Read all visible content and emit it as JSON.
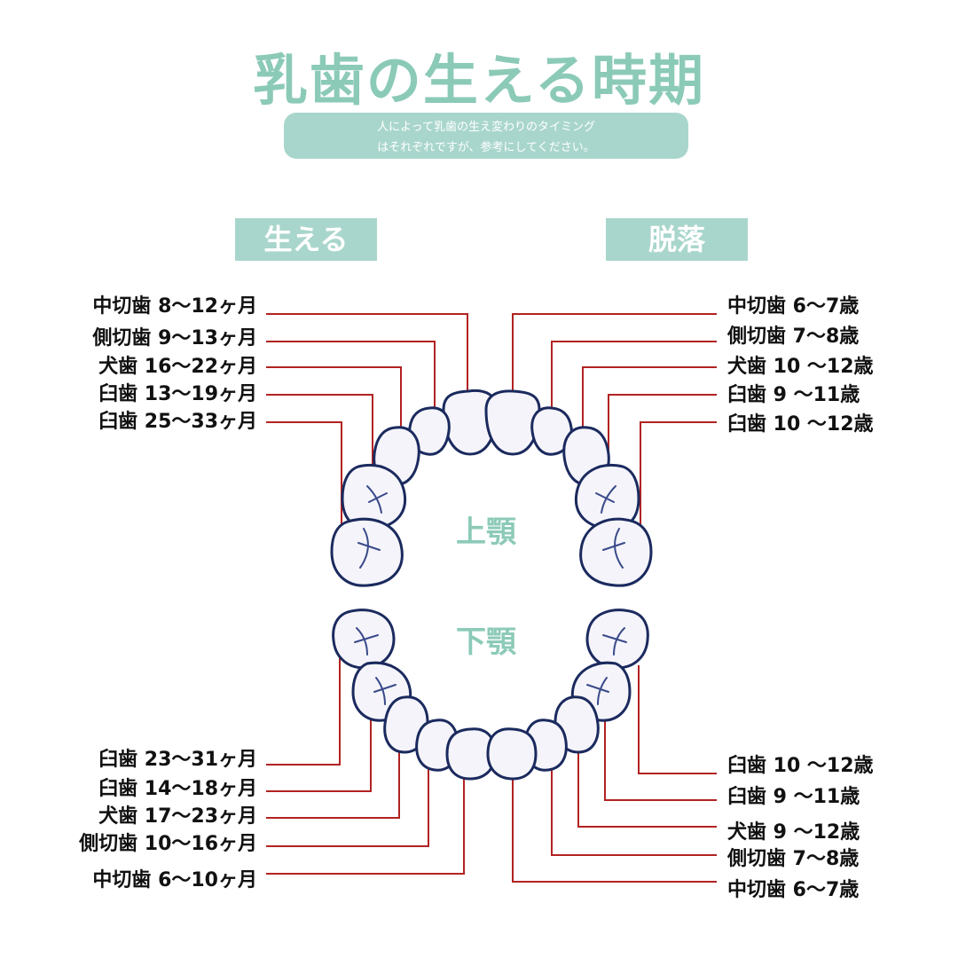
{
  "title": "乳歯の生える時期",
  "subtitle": {
    "line1": "人によって乳歯の生え変わりのタイミング",
    "line2": "はそれぞれですが、参考にしてください。"
  },
  "headers": {
    "erupt": "生える",
    "shed": "脱落"
  },
  "jaw_labels": {
    "upper": "上顎",
    "lower": "下顎"
  },
  "upper_erupt": [
    "中切歯 8～12ヶ月",
    "側切歯 9～13ヶ月",
    "犬歯 16～22ヶ月",
    "臼歯 13～19ヶ月",
    "臼歯 25～33ヶ月"
  ],
  "upper_shed": [
    "中切歯 6～7歳",
    "側切歯 7～8歳",
    "犬歯 10 ～12歳",
    "臼歯 9 ～11歳",
    "臼歯 10 ～12歳"
  ],
  "lower_erupt": [
    "臼歯 23～31ヶ月",
    "臼歯 14～18ヶ月",
    "犬歯 17～23ヶ月",
    "側切歯 10～16ヶ月",
    "中切歯 6～10ヶ月"
  ],
  "lower_shed": [
    "臼歯 10 ～12歳",
    "臼歯 9 ～11歳",
    "犬歯 9 ～12歳",
    "側切歯 7～8歳",
    "中切歯 6～7歳"
  ],
  "colors": {
    "accent": "#8ccab8",
    "banner": "#a9d6cc",
    "leader_line": "#b22222",
    "tooth_outline": "#1b2a5e"
  }
}
